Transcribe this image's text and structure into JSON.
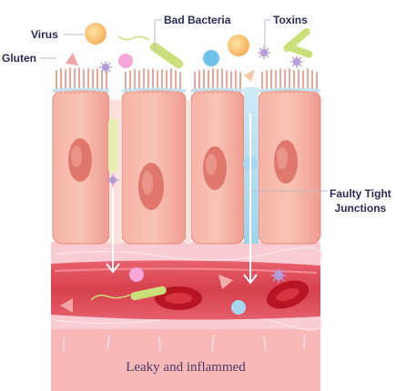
{
  "labels": {
    "virus": "Virus",
    "gluten": "Gluten",
    "bad_bacteria": "Bad Bacteria",
    "toxins": "Toxins",
    "faulty_tight_junctions_line1": "Faulty Tight",
    "faulty_tight_junctions_line2": "Junctions"
  },
  "caption": "Leaky and inflammed",
  "colors": {
    "label_text": "#2a2a5a",
    "leader_line": "#b9b4c8",
    "cell_body": "#f2a89a",
    "cell_nucleus": "#e07a70",
    "junction_gap": "#bfe2f2",
    "blood_vessel": "#d9414e",
    "red_blood_cell": "#c81e2e",
    "lamina": "#f7c4cb",
    "arrow": "#ffffff"
  }
}
